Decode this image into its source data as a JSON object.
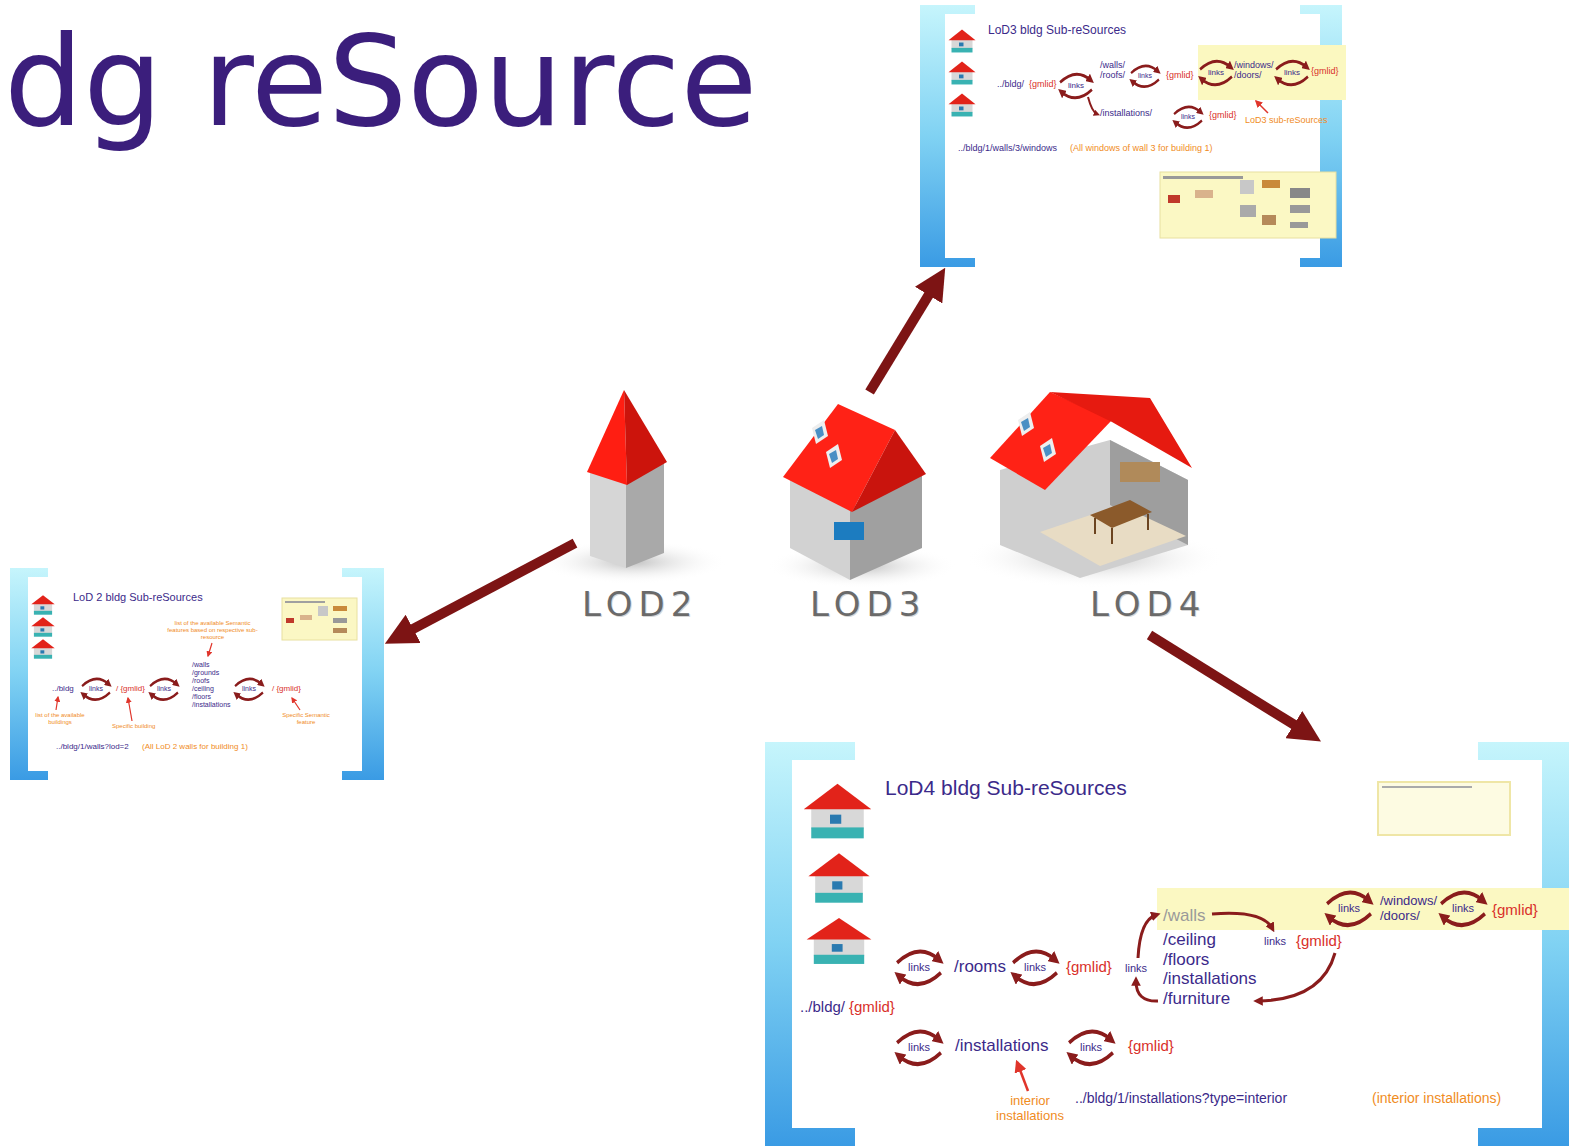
{
  "diagram": {
    "title": "dg reSource",
    "nodes": [
      {
        "text": [
          "LoD3 bldg Sub-reSources",
          "../bldg/",
          "{gmlid}",
          "links",
          "/walls/ /roofs/",
          "links",
          "{gmlid}",
          "/installations/",
          "links",
          "{gmlid}",
          "LoD3 sub-reSources",
          "../bldg/1/walls/3/windows",
          "(All windows of wall 3 for building 1)"
        ]
      },
      {
        "text": [
          "links",
          "/windows/ /doors/",
          "links",
          "{gmlid}"
        ],
        "in": 0
      },
      {
        "text": [
          "LOD2"
        ]
      },
      {
        "text": [
          "LOD3"
        ]
      },
      {
        "text": [
          "LOD4"
        ]
      },
      {
        "text": [
          "LoD 2 bldg Sub-reSources",
          "list of the available Semantic features based on respective sub-resource",
          "../bldg",
          "links",
          "/ {gmlid}",
          "links",
          "/walls /grounds /roofs /ceiling /floors /installations",
          "links",
          "/ {gmlid}",
          "list of the available buildings",
          "Specific building",
          "Specific Semantic feature",
          "../bldg/1/walls?lod=2",
          "(All LoD 2 walls for building 1)"
        ]
      },
      {
        "text": [
          "LoD4 bldg Sub-reSources",
          "../bldg/",
          "{gmlid}",
          "links",
          "/rooms",
          "links",
          "{gmlid}",
          "links",
          "/ceiling /floors /installations /furniture",
          "links",
          "{gmlid}",
          "links",
          "/installations",
          "links",
          "{gmlid}",
          "interior installations",
          "../bldg/1/installations?type=interior",
          "(interior installations)"
        ]
      },
      {
        "text": [
          "/walls",
          "links",
          "/windows/ /doors/",
          "links",
          "{gmlid}"
        ],
        "in": 6
      }
    ],
    "edges": [
      {
        "from": 2,
        "to": 5,
        "arrow": "to"
      },
      {
        "from": 3,
        "to": 0,
        "arrow": "to"
      },
      {
        "from": 4,
        "to": 6,
        "arrow": "to"
      }
    ]
  }
}
